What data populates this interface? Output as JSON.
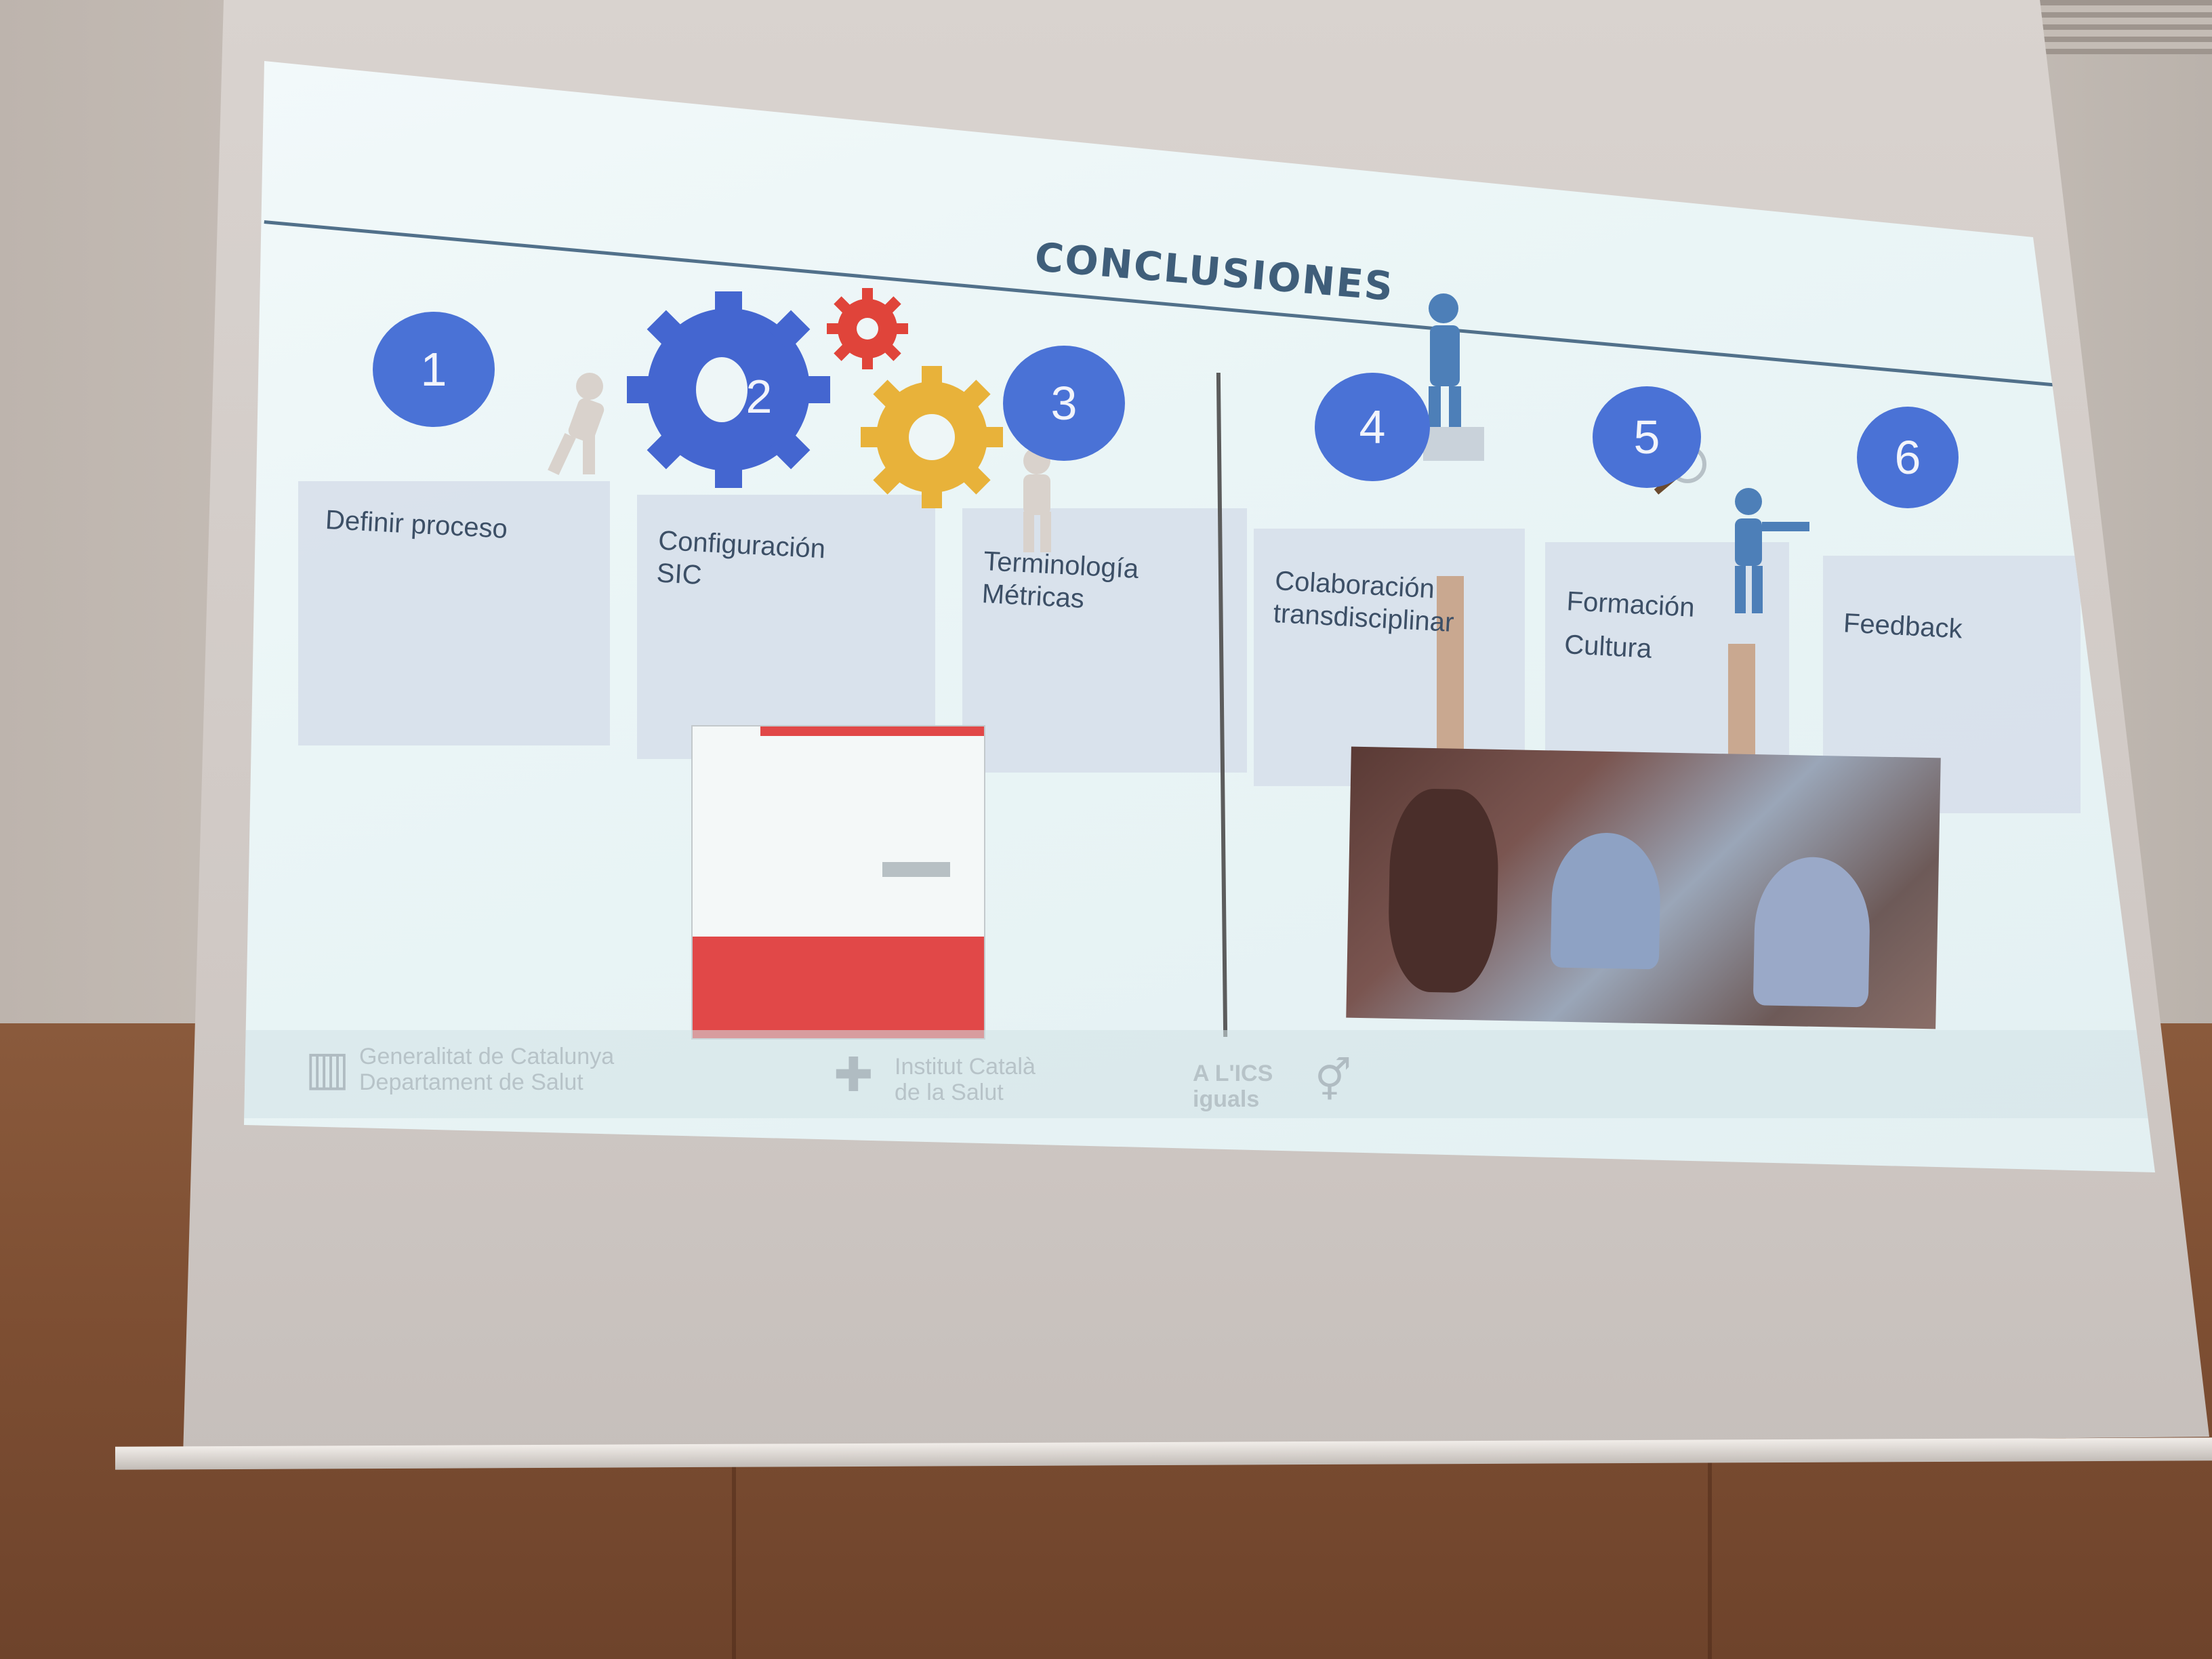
{
  "slide": {
    "title": "CONCLUSIONES",
    "steps": [
      {
        "number": "1",
        "label": "Definir proceso"
      },
      {
        "number": "2",
        "label": "Configuración\nSIC"
      },
      {
        "number": "3",
        "label": "Terminología\nMétricas"
      },
      {
        "number": "4",
        "label": "Colaboración\ntransdisciplinar"
      },
      {
        "number": "5",
        "label": "Formación\nCultura"
      },
      {
        "number": "6",
        "label": "Feedback"
      }
    ],
    "footer": {
      "logo1": "Generalitat de Catalunya\nDepartament de Salut",
      "logo2": "Institut Català\nde la Salut",
      "logo3": "A L'ICS\niguals"
    }
  },
  "colors": {
    "circle": "#4a72d6",
    "title": "#3f5e7a",
    "gear_blue": "#4466d0",
    "gear_yellow": "#e8b23a",
    "gear_red": "#e0443a",
    "doc_red": "#e14848"
  },
  "icons": [
    "gear-icon",
    "person-figure-icon",
    "magnifier-icon"
  ]
}
